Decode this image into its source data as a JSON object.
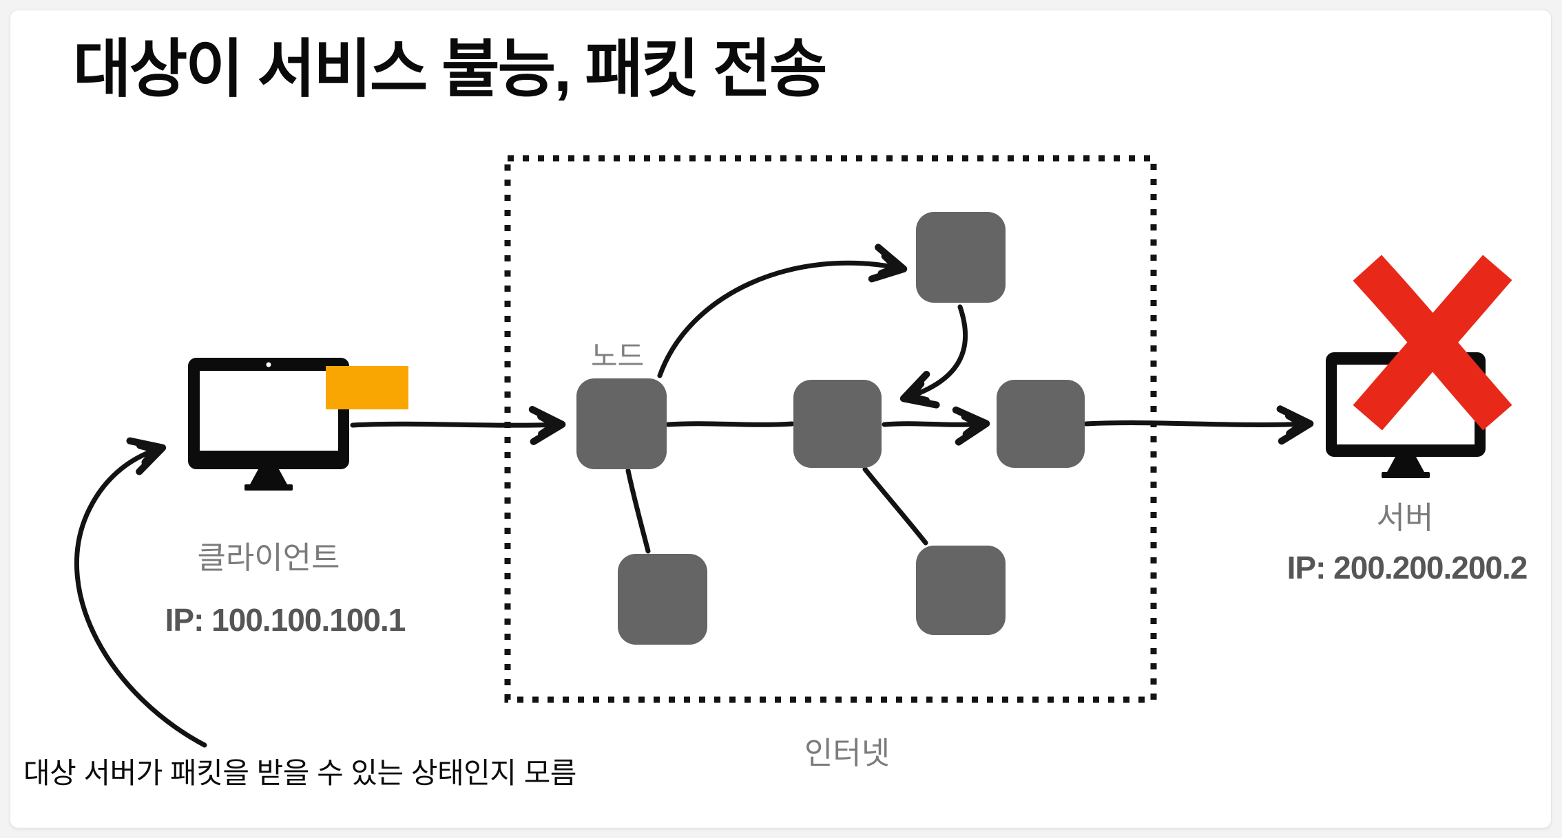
{
  "title": "대상이 서비스 불능, 패킷 전송",
  "client": {
    "label": "클라이언트",
    "ip": "IP: 100.100.100.1"
  },
  "internet": {
    "label": "인터넷",
    "node_label": "노드",
    "node_count": 6
  },
  "server": {
    "label": "서버",
    "ip": "IP: 200.200.200.2",
    "status": "unavailable"
  },
  "annotation": "대상 서버가 패킷을 받을 수 있는 상태인지 모름",
  "colors": {
    "packet_orange": "#F9A602",
    "error_red": "#E8291A",
    "node_gray": "#656565",
    "label_gray": "#7B7B7B",
    "ip_gray": "#565656",
    "line_black": "#131313",
    "card_bg": "#FFFFFF",
    "page_bg": "#F3F3F4"
  }
}
